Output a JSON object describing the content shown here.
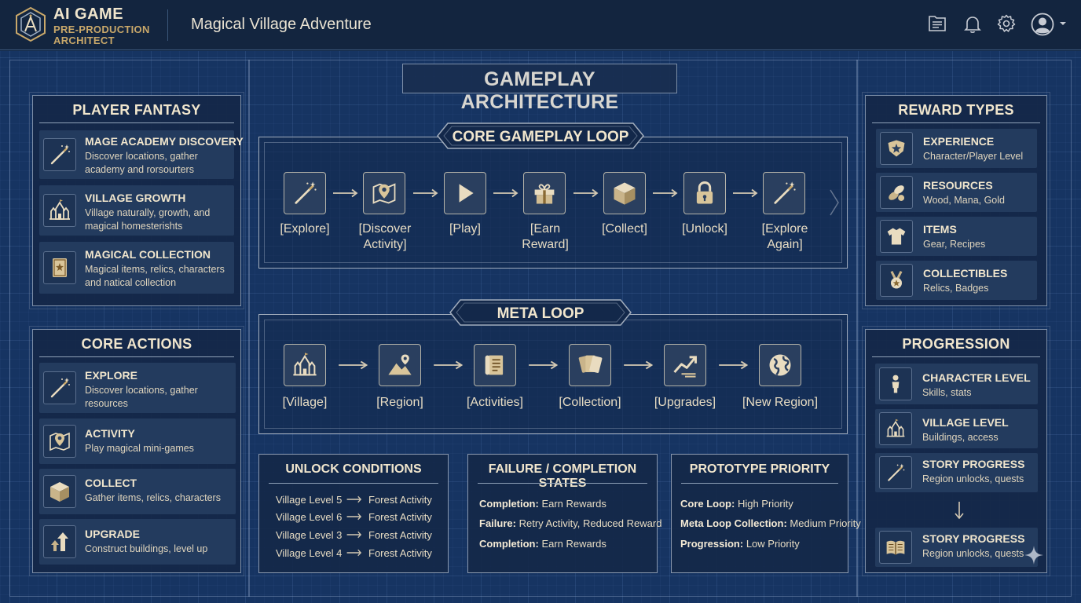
{
  "app": {
    "brand_line1": "AI GAME",
    "brand_line2": "PRE-PRODUCTION",
    "brand_line3": "ARCHITECT",
    "project_title": "Magical Village Adventure"
  },
  "colors": {
    "accent_gold": "#c9a86a",
    "text_cream": "#f1e6cd",
    "panel_bg": "#142848",
    "canvas_bg": "#163462"
  },
  "header_icons": [
    "document-icon",
    "bell-icon",
    "gear-icon",
    "user-avatar-icon",
    "chevron-down-icon"
  ],
  "main_title": "GAMEPLAY ARCHITECTURE",
  "player_fantasy": {
    "title": "PLAYER FANTASY",
    "items": [
      {
        "icon": "magic-wand-icon",
        "title": "MAGE ACADEMY DISCOVERY",
        "desc": "Discover locations, gather academy and rorsourters"
      },
      {
        "icon": "castle-icon",
        "title": "VILLAGE GROWTH",
        "desc": "Village naturally, growth, and magical homesterishts"
      },
      {
        "icon": "spellbook-icon",
        "title": "MAGICAL COLLECTION",
        "desc": "Magical items, relics, characters and natical collection"
      }
    ]
  },
  "core_actions": {
    "title": "CORE ACTIONS",
    "items": [
      {
        "icon": "magic-wand-icon",
        "title": "EXPLORE",
        "desc": "Discover locations, gather resources"
      },
      {
        "icon": "map-pin-icon",
        "title": "ACTIVITY",
        "desc": "Play magical mini-games"
      },
      {
        "icon": "box-icon",
        "title": "COLLECT",
        "desc": "Gather items, relics, characters"
      },
      {
        "icon": "upgrade-arrows-icon",
        "title": "UPGRADE",
        "desc": "Construct buildings, level up"
      }
    ]
  },
  "core_loop": {
    "title": "CORE GAMEPLAY LOOP",
    "steps": [
      {
        "icon": "magic-wand-icon",
        "label": "[Explore]"
      },
      {
        "icon": "map-pin-icon",
        "label": "[Discover Activity]"
      },
      {
        "icon": "play-icon",
        "label": "[Play]"
      },
      {
        "icon": "gift-icon",
        "label": "[Earn Reward]"
      },
      {
        "icon": "box-icon",
        "label": "[Collect]"
      },
      {
        "icon": "lock-icon",
        "label": "[Unlock]"
      },
      {
        "icon": "magic-wand-icon",
        "label": "[Explore Again]"
      }
    ]
  },
  "meta_loop": {
    "title": "META LOOP",
    "steps": [
      {
        "icon": "castle-icon",
        "label": "[Village]"
      },
      {
        "icon": "landscape-icon",
        "label": "[Region]"
      },
      {
        "icon": "scroll-icon",
        "label": "[Activities]"
      },
      {
        "icon": "cards-icon",
        "label": "[Collection]"
      },
      {
        "icon": "chart-up-icon",
        "label": "[Upgrades]"
      },
      {
        "icon": "globe-icon",
        "label": "[New Region]"
      }
    ]
  },
  "unlock_conditions": {
    "title": "UNLOCK CONDITIONS",
    "rows": [
      {
        "from": "Village Level 5",
        "to": "Forest Activity"
      },
      {
        "from": "Village Level 6",
        "to": "Forest Activity"
      },
      {
        "from": "Village Level 3",
        "to": "Forest Activity"
      },
      {
        "from": "Village Level 4",
        "to": "Forest Activity"
      }
    ]
  },
  "states": {
    "title": "FAILURE / COMPLETION STATES",
    "rows": [
      {
        "key": "Completion:",
        "value": "Earn Rewards"
      },
      {
        "key": "Failure:",
        "value": "Retry Activity, Reduced Reward"
      },
      {
        "key": "Completion:",
        "value": "Earn Rewards"
      }
    ]
  },
  "priority": {
    "title": "PROTOTYPE PRIORITY",
    "rows": [
      {
        "key": "Core Loop:",
        "value": "High Priority"
      },
      {
        "key": "Meta Loop Collection:",
        "value": "Medium Priority"
      },
      {
        "key": "Progression:",
        "value": "Low Priority"
      }
    ]
  },
  "reward_types": {
    "title": "REWARD TYPES",
    "items": [
      {
        "icon": "star-shield-icon",
        "title": "EXPERIENCE",
        "desc": "Character/Player Level"
      },
      {
        "icon": "resources-icon",
        "title": "RESOURCES",
        "desc": "Wood, Mana, Gold"
      },
      {
        "icon": "shirt-icon",
        "title": "ITEMS",
        "desc": "Gear, Recipes"
      },
      {
        "icon": "medal-icon",
        "title": "COLLECTIBLES",
        "desc": "Relics, Badges"
      }
    ]
  },
  "progression": {
    "title": "PROGRESSION",
    "items": [
      {
        "icon": "person-icon",
        "title": "CHARACTER LEVEL",
        "desc": "Skills, stats"
      },
      {
        "icon": "castle-icon",
        "title": "VILLAGE LEVEL",
        "desc": "Buildings, access"
      },
      {
        "icon": "magic-wand-icon",
        "title": "STORY PROGRESS",
        "desc": "Region unlocks, quests"
      },
      {
        "icon": "open-book-icon",
        "title": "STORY PROGRESS",
        "desc": "Region unlocks, quests"
      }
    ]
  }
}
